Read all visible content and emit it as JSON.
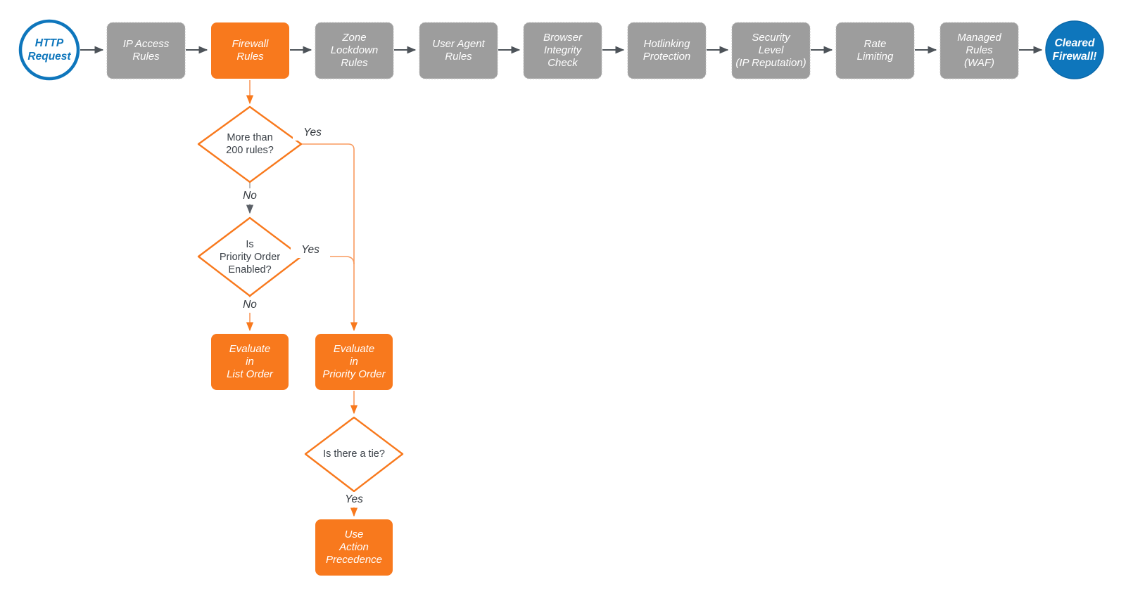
{
  "diagram": {
    "colors": {
      "accent_orange": "#f8791d",
      "node_gray": "#9d9d9d",
      "brand_blue": "#0e76bc",
      "arrow_dark": "#4d5359",
      "connector_orange": "#f89a5e"
    },
    "start_node": {
      "label": "HTTP\nRequest"
    },
    "pipeline": [
      {
        "label": "IP Access\nRules"
      },
      {
        "label": "Firewall\nRules",
        "highlighted": true
      },
      {
        "label": "Zone\nLockdown\nRules"
      },
      {
        "label": "User Agent\nRules"
      },
      {
        "label": "Browser\nIntegrity\nCheck"
      },
      {
        "label": "Hotlinking\nProtection"
      },
      {
        "label": "Security\nLevel\n(IP Reputation)"
      },
      {
        "label": "Rate\nLimiting"
      },
      {
        "label": "Managed\nRules\n(WAF)"
      }
    ],
    "end_node": {
      "label": "Cleared\nFirewall!"
    },
    "decisions": [
      {
        "label": "More than\n200 rules?"
      },
      {
        "label": "Is\nPriority Order\nEnabled?"
      },
      {
        "label": "Is there a tie?"
      }
    ],
    "actions": [
      {
        "label": "Evaluate\nin\nList Order"
      },
      {
        "label": "Evaluate\nin\nPriority Order"
      },
      {
        "label": "Use\nAction\nPrecedence"
      }
    ],
    "edge_labels": {
      "yes_more_rules": "Yes",
      "no_more_rules": "No",
      "yes_priority": "Yes",
      "no_priority": "No",
      "yes_tie": "Yes"
    }
  }
}
